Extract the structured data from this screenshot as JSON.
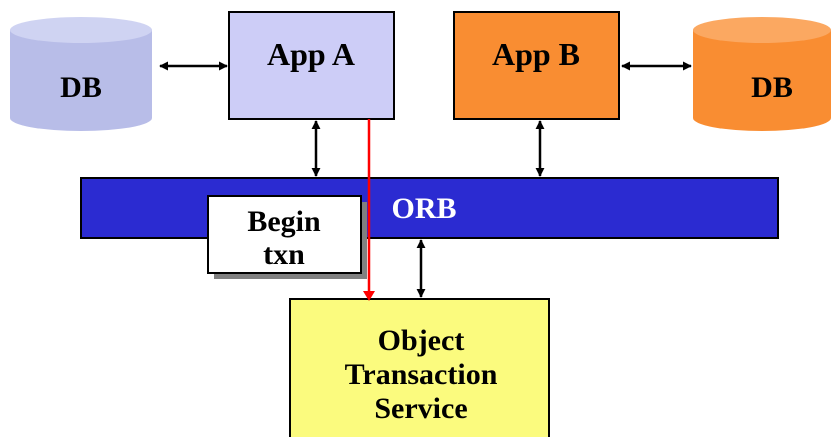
{
  "nodes": {
    "db_left": {
      "label": "DB",
      "fill": "#b8bde8"
    },
    "app_a": {
      "label": "App A",
      "fill": "#cdcdf7"
    },
    "app_b": {
      "label": "App B",
      "fill": "#f98d32"
    },
    "db_right": {
      "label": "DB",
      "fill": "#f98d32"
    },
    "orb": {
      "label": "ORB",
      "fill": "#2b2bd1",
      "text_color": "#ffffff"
    },
    "begin_txn": {
      "line1": "Begin",
      "line2": "txn",
      "fill": "#ffffff",
      "shadow": "#808080"
    },
    "ots": {
      "line1": "Object",
      "line2": "Transaction",
      "line3": "Service",
      "fill": "#fbfb7e"
    }
  },
  "colors": {
    "stroke": "#000000",
    "txn_line": "#ff0000"
  },
  "icons": {
    "arrow": "double-headed-arrow"
  }
}
